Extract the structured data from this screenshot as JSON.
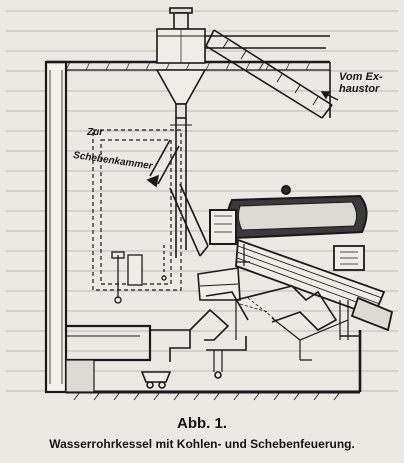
{
  "figure": {
    "labels": {
      "exhaust_line1": "Vom Ex-",
      "exhaust_line2": "haustor",
      "chamber_line1": "Zur",
      "chamber_line2": "Schebenkammer"
    }
  },
  "caption": {
    "title": "Abb. 1.",
    "text": "Wasserrohrkessel mit Kohlen- und Schebenfeuerung."
  }
}
